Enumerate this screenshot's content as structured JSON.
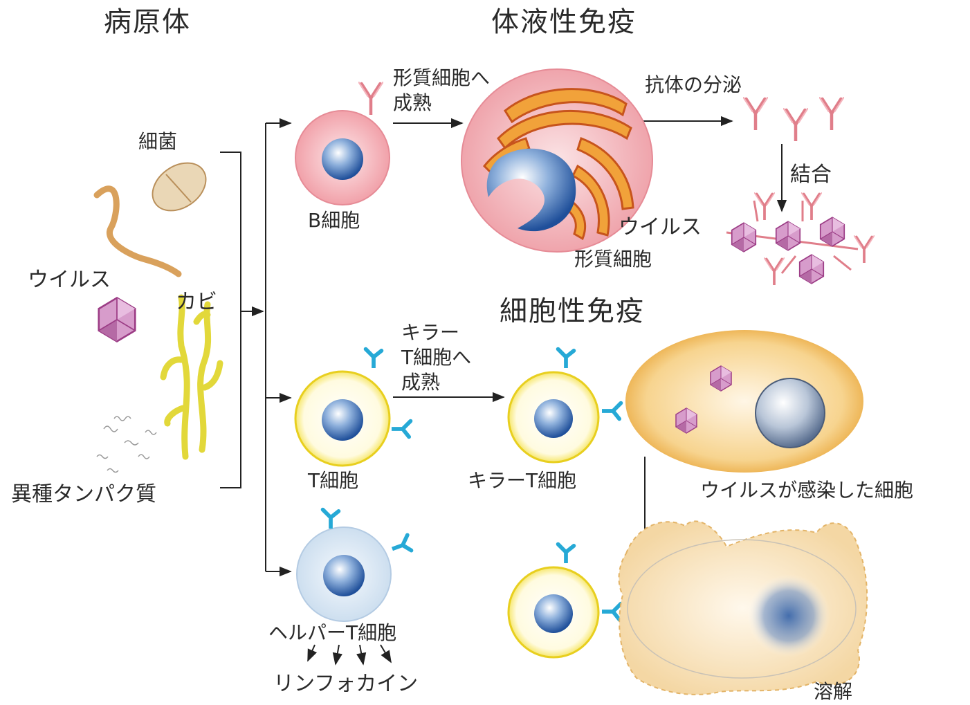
{
  "headings": {
    "pathogen": "病原体",
    "humoral": "体液性免疫",
    "cellular": "細胞性免疫"
  },
  "pathogens": {
    "bacteria": "細菌",
    "virus": "ウイルス",
    "fungus": "カビ",
    "foreign_protein": "異種タンパク質"
  },
  "humoral": {
    "b_cell": "B細胞",
    "mature_line1": "形質細胞へ",
    "mature_line2": "成熟",
    "plasma_cell": "形質細胞",
    "antibody_secretion": "抗体の分泌",
    "binding": "結合",
    "virus": "ウイルス"
  },
  "cellular": {
    "t_cell": "T細胞",
    "killer_line1": "キラー",
    "killer_line2": "T細胞へ",
    "killer_line3": "成熟",
    "killer_t_cell": "キラーT細胞",
    "infected_cell": "ウイルスが感染した細胞",
    "helper_t_cell": "ヘルパーT細胞",
    "lymphokine": "リンフォカイン",
    "lysis": "溶解"
  },
  "colors": {
    "b_cell": "#f6c3c7",
    "plasma": "#f3b8bc",
    "er": "#e08a2a",
    "nucleus": "#2f5fa8",
    "t_cell_ring": "#f2dc2e",
    "receptor": "#26a9d6",
    "helper": "#d6e6f4",
    "infected": "#f2b84e",
    "virus": "#c58ab8",
    "antibody": "#e07e8a",
    "fungus": "#e9e24a",
    "worm": "#d9a15c"
  }
}
